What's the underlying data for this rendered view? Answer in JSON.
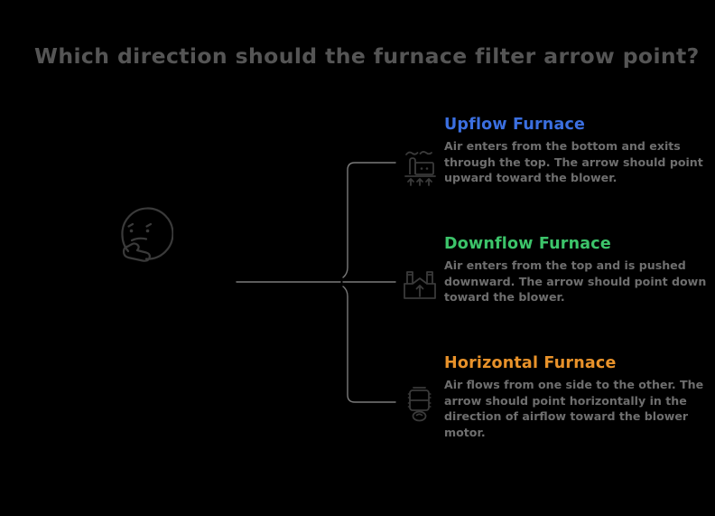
{
  "page": {
    "title": "Which direction should the furnace filter arrow point?",
    "background_color": "#000000",
    "title_color": "#555555",
    "body_text_color": "#6e6e6e",
    "connector_color": "#7a7a7a"
  },
  "center": {
    "icon": "thinking-face-emoji",
    "label": ""
  },
  "branches": [
    {
      "icon": "upflow-furnace-icon",
      "title": "Upflow Furnace",
      "color": "#3b6fe0",
      "description": "Air enters from the bottom and exits through the top. The arrow should point upward toward the blower."
    },
    {
      "icon": "downflow-furnace-icon",
      "title": "Downflow Furnace",
      "color": "#3cc46a",
      "description": "Air enters from the top and is pushed downward. The arrow should point down toward the blower."
    },
    {
      "icon": "horizontal-furnace-icon",
      "title": "Horizontal Furnace",
      "color": "#e8922a",
      "description": "Air flows from one side to the other. The arrow should point horizontally in the direction of airflow toward the blower motor."
    }
  ]
}
